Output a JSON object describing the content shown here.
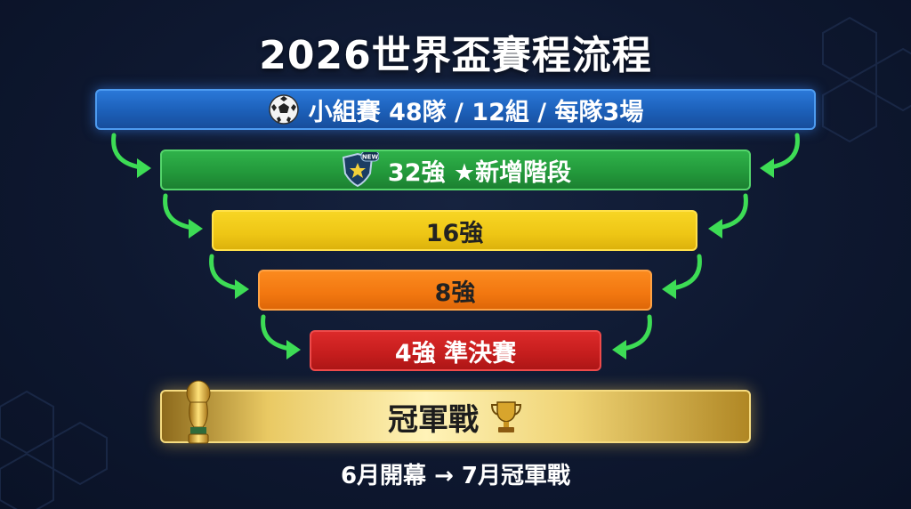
{
  "title": "2026世界盃賽程流程",
  "stages": {
    "group": {
      "text": "小組賽 48隊 / 12組 / 每隊3場",
      "icon": "soccer-ball-icon"
    },
    "r32": {
      "text": "32強 ★新增階段",
      "icon": "new-shield-badge-icon",
      "badge": "NEW"
    },
    "r16": {
      "text": "16強"
    },
    "qf": {
      "text": "8強"
    },
    "sf": {
      "text": "4強 準決賽"
    },
    "final": {
      "text": "冠軍戰",
      "icons": [
        "world-cup-trophy-icon",
        "trophy-icon"
      ]
    }
  },
  "footer": "6月開幕 → 7月冠軍戰",
  "colors": {
    "group": "#1c5fb8",
    "r32": "#22973a",
    "r16": "#eec615",
    "qf": "#f27710",
    "sf": "#c51d1d",
    "final": "#e9c963",
    "arrow": "#3ddc55"
  }
}
